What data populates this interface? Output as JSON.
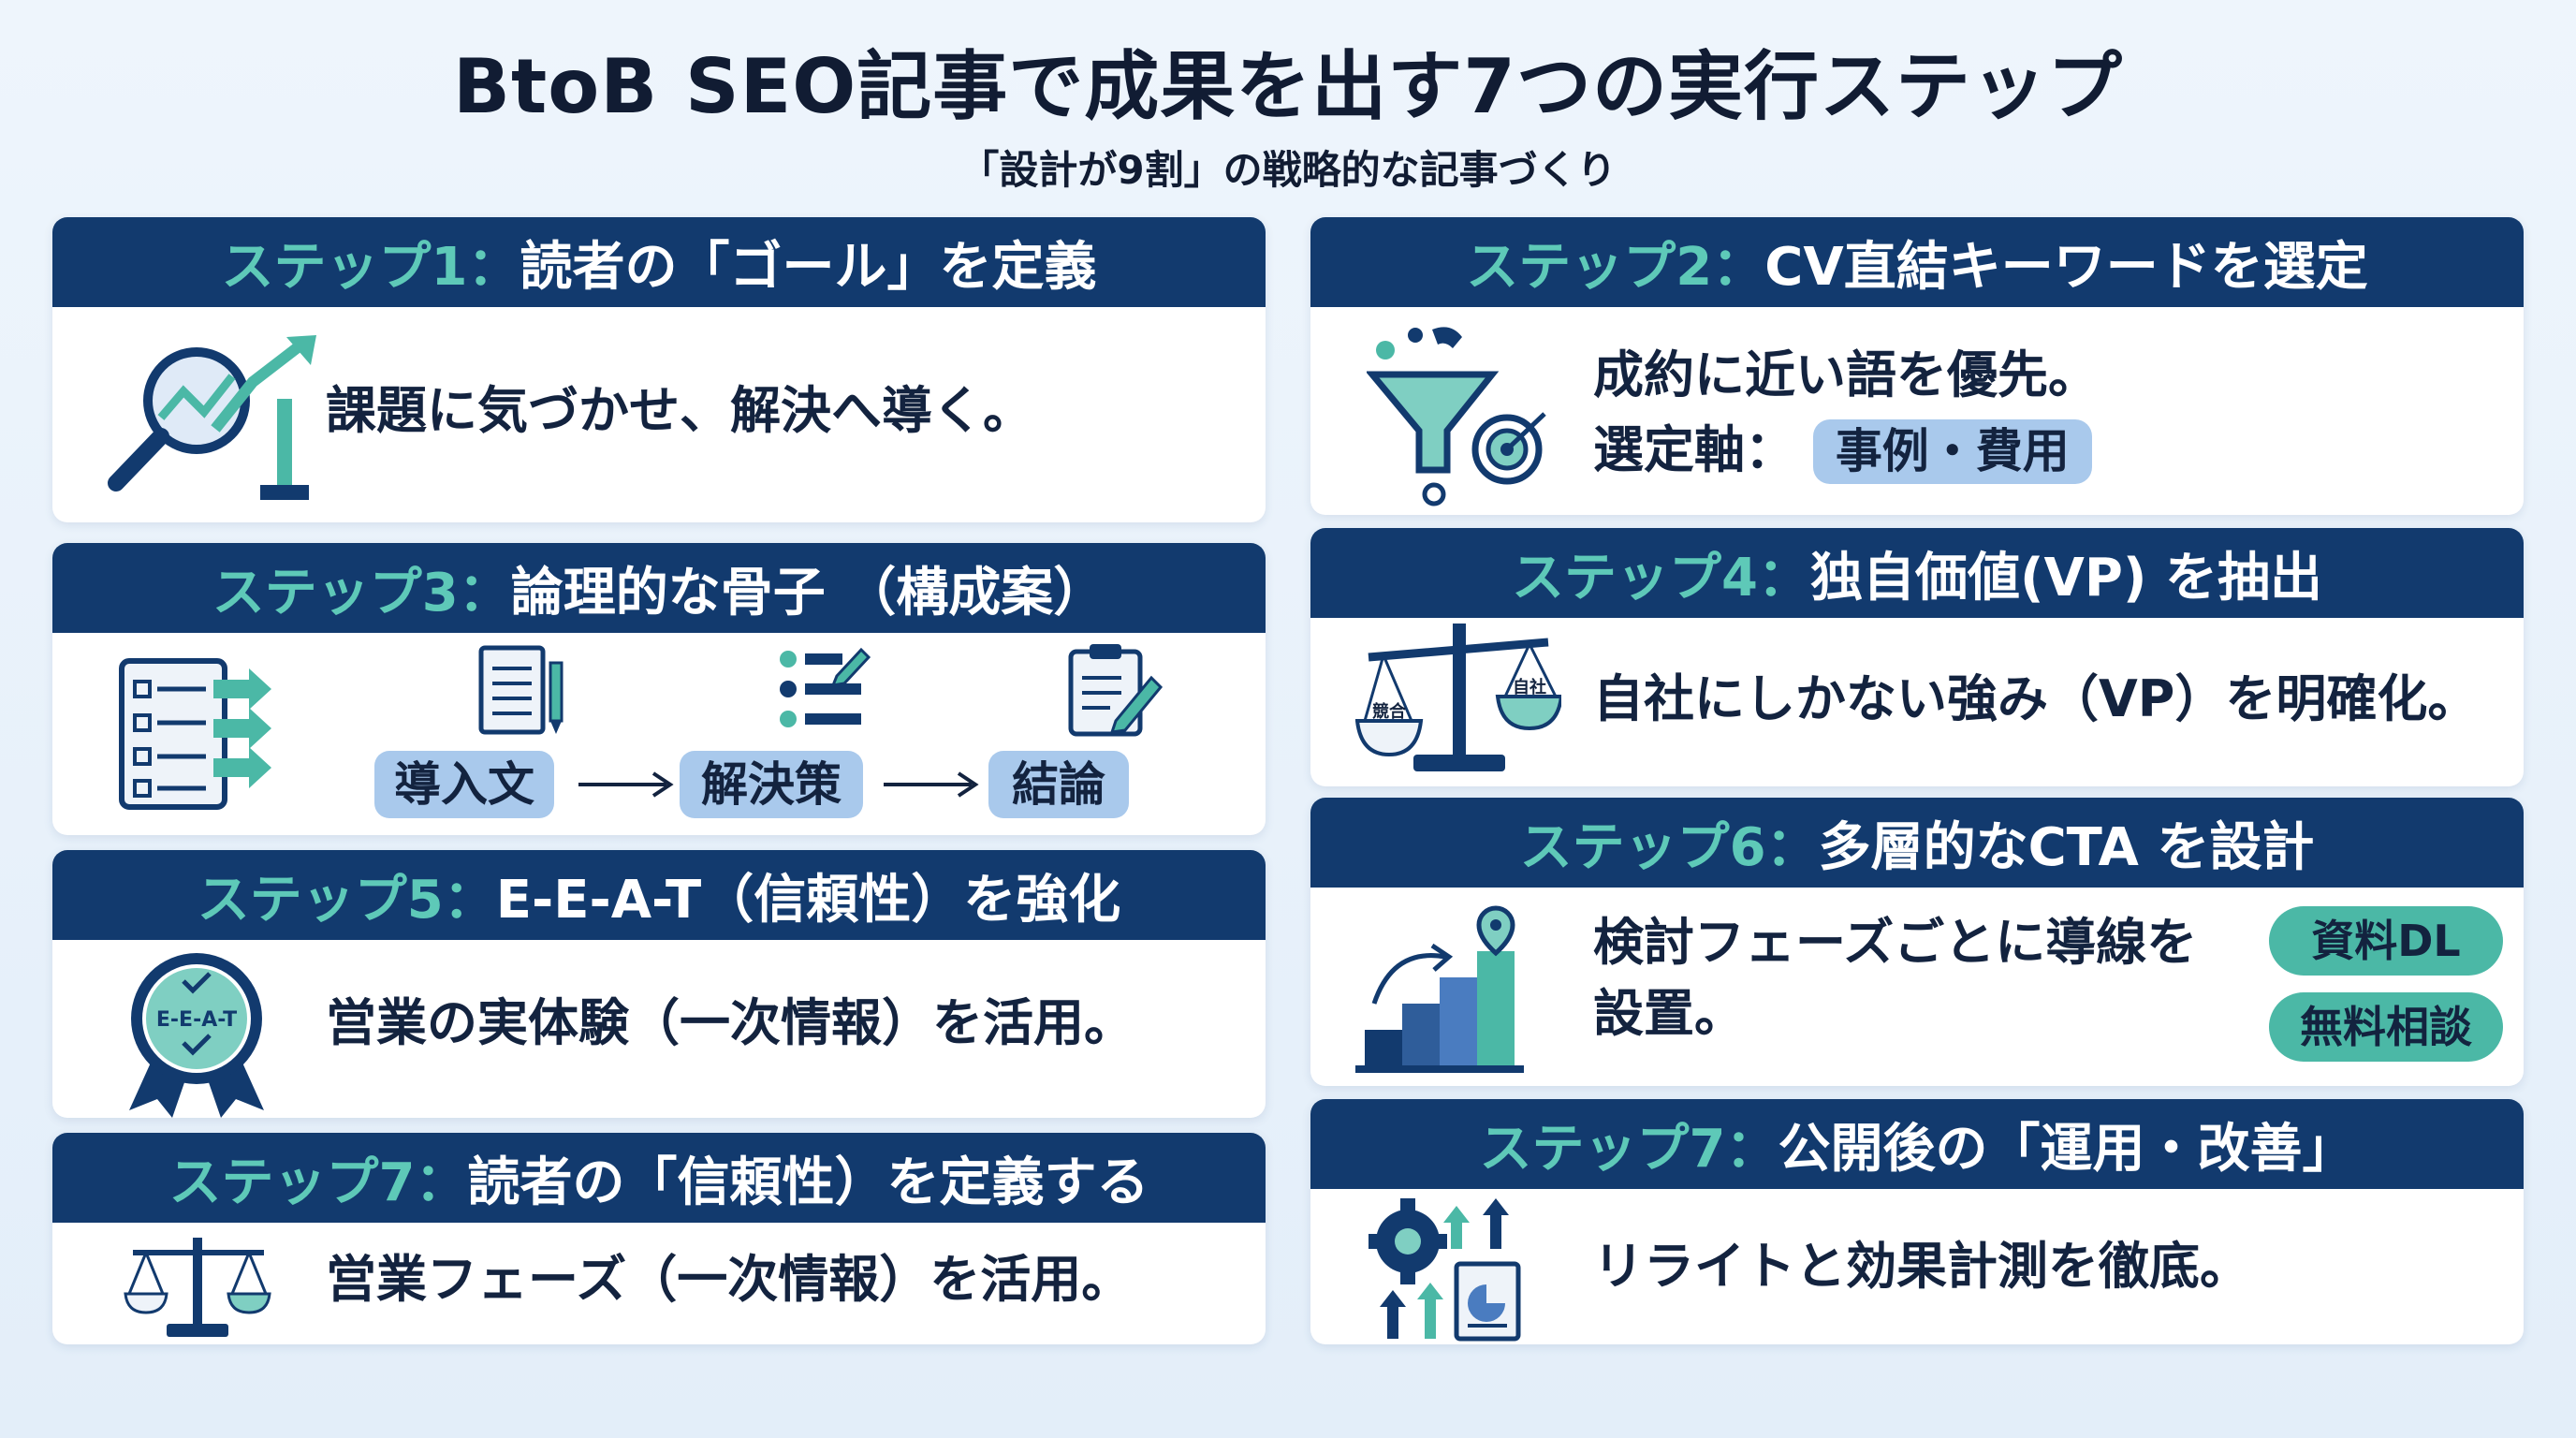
{
  "title": "BtoB SEO記事で成果を出す7つの実行ステップ",
  "subtitle": "「設計が9割」の戦略的な記事づくり",
  "colors": {
    "header": "#123a6e",
    "accent": "#5ec9b8",
    "pill": "#a9c9ec",
    "teal": "#4bb8a6"
  },
  "steps": [
    {
      "label": "ステップ1：",
      "title": "読者の「ゴール」を定義",
      "icon": "magnifier-growth-icon",
      "text": "課題に気づかせ、解決へ導く。"
    },
    {
      "label": "ステップ2：",
      "title": "CV直結キーワードを選定",
      "icon": "funnel-target-icon",
      "text": "成約に近い語を優先。",
      "axis_label": "選定軸：",
      "axis_pill": "事例・費用"
    },
    {
      "label": "ステップ3：",
      "title": "論理的な骨子 （構成案）",
      "icon": "checklist-icon",
      "flow": [
        "導入文",
        "解決策",
        "結論"
      ]
    },
    {
      "label": "ステップ4：",
      "title": "独自価値(VP) を抽出",
      "icon": "balance-scale-icon",
      "scale_left": "競合",
      "scale_right": "自社",
      "text": "自社にしかない強み（VP）を明確化。"
    },
    {
      "label": "ステップ5：",
      "title": "E-E-A-T（信頼性）を強化",
      "icon": "eeat-badge-icon",
      "badge": "E-E-A-T",
      "text": "営業の実体験（一次情報）を活用。"
    },
    {
      "label": "ステップ6：",
      "title": "多層的なCTA を設計",
      "icon": "stairs-pin-icon",
      "text_line1": "検討フェーズごとに導線を",
      "text_line2": "設置。",
      "ctas": [
        "資料DL",
        "無料相談"
      ]
    },
    {
      "label": "ステップ7：",
      "title": "読者の「信頼性）を定義する",
      "icon": "scale-icon",
      "text": "営業フェーズ（一次情報）を活用。"
    },
    {
      "label": "ステップ7：",
      "title": "公開後の「運用・改善」",
      "icon": "gear-report-icon",
      "text": "リライトと効果計測を徹底。"
    }
  ]
}
